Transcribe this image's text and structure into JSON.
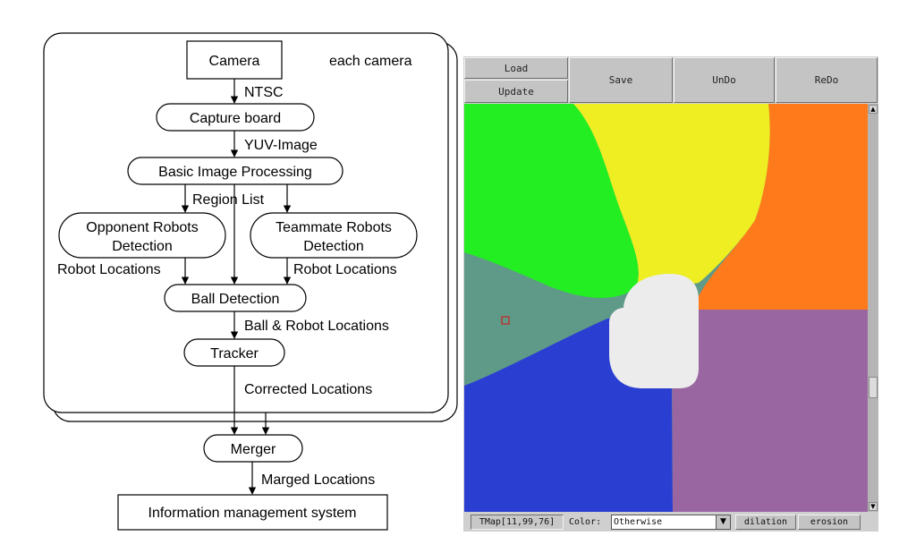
{
  "diagram": {
    "nodes": {
      "camera": "Camera",
      "capture_board": "Capture board",
      "basic_processing": "Basic Image Processing",
      "opponent_line1": "Opponent Robots",
      "opponent_line2": "Detection",
      "teammate_line1": "Teammate Robots",
      "teammate_line2": "Detection",
      "ball_detection": "Ball Detection",
      "tracker": "Tracker",
      "merger": "Merger",
      "info_system": "Information management system"
    },
    "edge_labels": {
      "each_camera": "each camera",
      "ntsc": "NTSC",
      "yuv_image": "YUV-Image",
      "region_list": "Region List",
      "robot_locations_left": "Robot Locations",
      "robot_locations_right": "Robot Locations",
      "ball_robot_locations": "Ball & Robot Locations",
      "corrected_locations": "Corrected Locations",
      "marged_locations": "Marged Locations"
    }
  },
  "tool": {
    "toolbar": {
      "load": "Load",
      "update": "Update",
      "save": "Save",
      "undo": "UnDo",
      "redo": "ReDo"
    },
    "scroll_up_icon": "▲",
    "scroll_down_icon": "▼",
    "status": {
      "tmap": "TMap[11,99,76]",
      "color_label": "Color:",
      "color_value": "Otherwise",
      "dropdown_icon": "▼",
      "dilation": "dilation",
      "erosion": "erosion"
    },
    "region_colors": {
      "green": "#22ee22",
      "yellow": "#eeee22",
      "orange": "#ff7a1a",
      "teal": "#5f9a88",
      "blue": "#2a3fd2",
      "purple": "#9966a2",
      "white": "#ececec",
      "marker": "#cc2222"
    }
  }
}
